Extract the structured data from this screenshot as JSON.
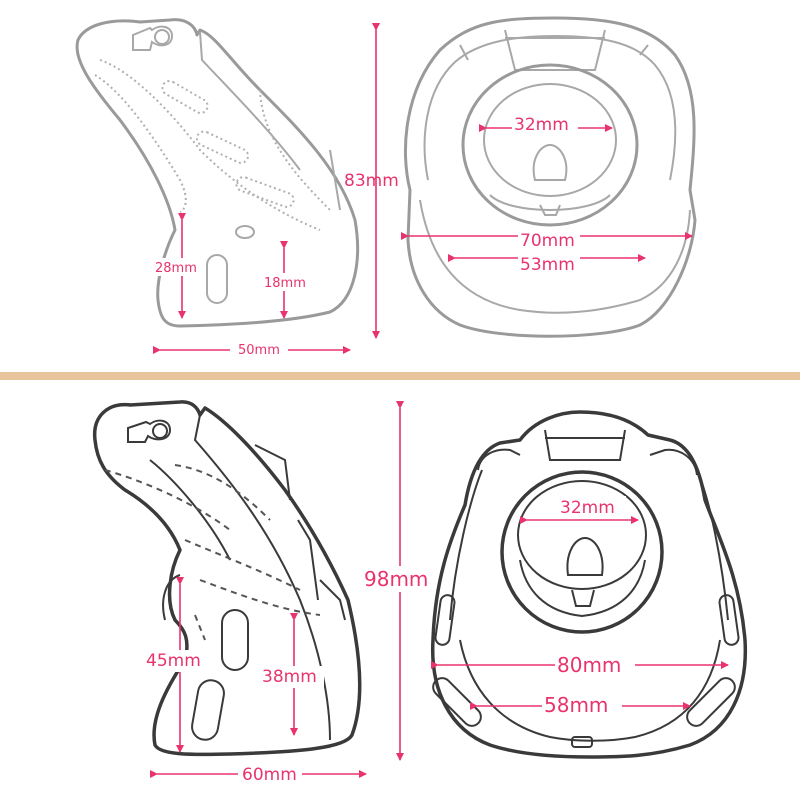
{
  "separator_color": "#e8c49a",
  "accent_color": "#e8336d",
  "small_model": {
    "side": {
      "height": "83mm",
      "length": "50mm",
      "hole_front": "28mm",
      "hole_back": "18mm"
    },
    "front": {
      "ring": "32mm",
      "outer_width": "70mm",
      "inner_width": "53mm"
    }
  },
  "large_model": {
    "side": {
      "height": "98mm",
      "length": "60mm",
      "hole_front": "45mm",
      "hole_back": "38mm"
    },
    "front": {
      "ring": "32mm",
      "outer_width": "80mm",
      "inner_width": "58mm"
    }
  }
}
